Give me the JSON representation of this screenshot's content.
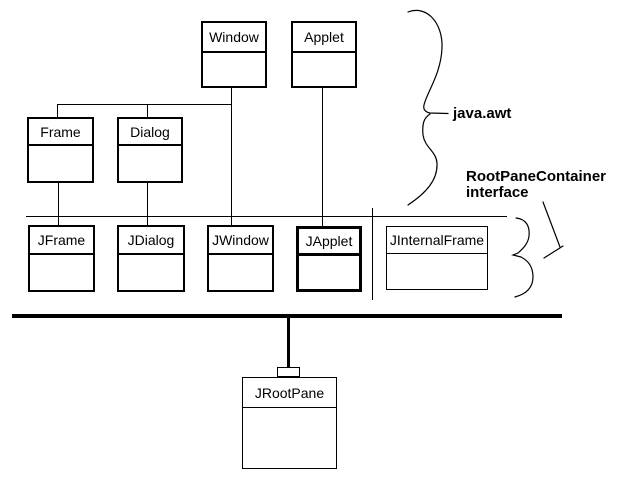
{
  "diagram": {
    "background_color": "#ffffff",
    "line_color": "#000000"
  },
  "nodes": {
    "window": "Window",
    "applet": "Applet",
    "frame": "Frame",
    "dialog": "Dialog",
    "jframe": "JFrame",
    "jdialog": "JDialog",
    "jwindow": "JWindow",
    "japplet": "JApplet",
    "jinternalframe": "JInternalFrame",
    "jrootpane": "JRootPane"
  },
  "annotations": {
    "package_label": "java.awt",
    "interface_label_line1": "RootPaneContainer",
    "interface_label_line2": "interface"
  }
}
